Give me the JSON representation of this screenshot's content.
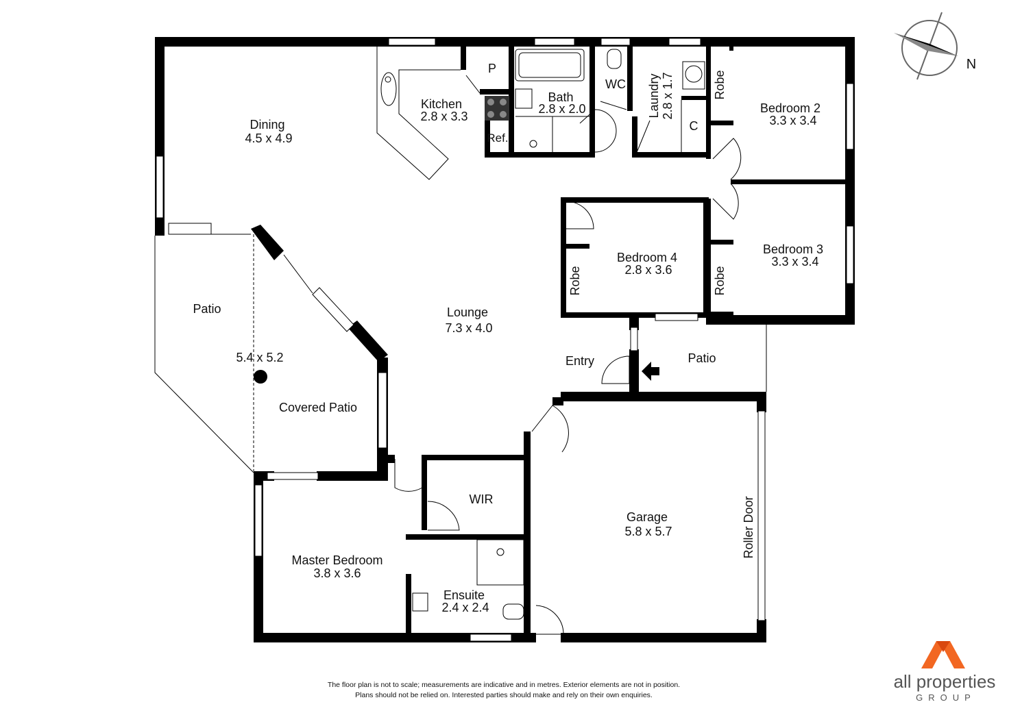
{
  "rooms": {
    "dining": {
      "name": "Dining",
      "size": "4.5 x 4.9"
    },
    "kitchen": {
      "name": "Kitchen",
      "size": "2.8 x 3.3"
    },
    "pantry": {
      "name": "P"
    },
    "ref": {
      "name": "Ref."
    },
    "bath": {
      "name": "Bath",
      "size": "2.8 x 2.0"
    },
    "wc": {
      "name": "WC"
    },
    "laundry": {
      "name": "Laundry",
      "size": "2.8 x 1.7"
    },
    "cupboard": {
      "name": "C"
    },
    "robe": {
      "name": "Robe"
    },
    "bedroom2": {
      "name": "Bedroom 2",
      "size": "3.3 x 3.4"
    },
    "bedroom3": {
      "name": "Bedroom 3",
      "size": "3.3 x 3.4"
    },
    "bedroom4": {
      "name": "Bedroom 4",
      "size": "2.8 x 3.6"
    },
    "lounge": {
      "name": "Lounge",
      "size": "7.3 x 4.0"
    },
    "patio_left": {
      "name": "Patio"
    },
    "patio_area": {
      "size": "5.4 x 5.2"
    },
    "covered_patio": {
      "name": "Covered Patio"
    },
    "entry": {
      "name": "Entry"
    },
    "patio_right": {
      "name": "Patio"
    },
    "wir": {
      "name": "WIR"
    },
    "garage": {
      "name": "Garage",
      "size": "5.8 x 5.7"
    },
    "roller_door": {
      "name": "Roller Door"
    },
    "master": {
      "name": "Master Bedroom",
      "size": "3.8 x 3.6"
    },
    "ensuite": {
      "name": "Ensuite",
      "size": "2.4 x 2.4"
    }
  },
  "compass": {
    "label": "N"
  },
  "disclaimer": {
    "line1": "The floor plan is not to scale; measurements are indicative and in metres. Exterior elements are not in position.",
    "line2": "Plans should not be relied on. Interested parties should make and rely on their own enquiries."
  },
  "logo": {
    "brand": "all properties",
    "tagline": "GROUP"
  },
  "colors": {
    "wall": "#000000",
    "brand_orange": "#f26722",
    "brand_text": "#555555"
  }
}
